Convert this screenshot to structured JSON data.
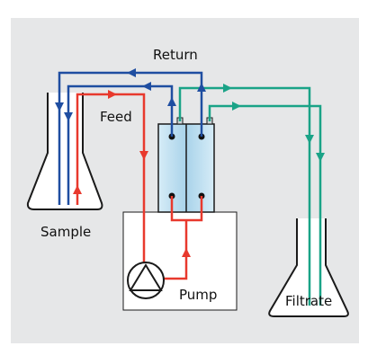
{
  "labels": {
    "return": "Return",
    "feed": "Feed",
    "sample": "Sample",
    "pump": "Pump",
    "filtrate": "Filtrate"
  },
  "colors": {
    "background_panel": "#e6e7e8",
    "return_line": "#1f4ea1",
    "feed_line": "#e8392d",
    "filtrate_line": "#1aa387",
    "flask_outline": "#1a1a1a",
    "module_fill": "#b9dcee"
  },
  "icons": {
    "pump": "pump-triangle-icon",
    "flow_arrow": "arrowhead-icon"
  }
}
